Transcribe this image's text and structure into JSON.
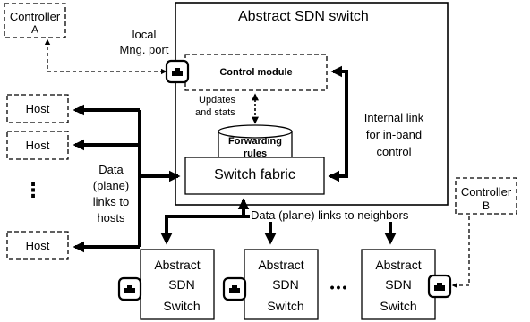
{
  "main_switch": {
    "title": "Abstract SDN switch",
    "control_module": "Control module",
    "updates_line1": "Updates",
    "updates_line2": "and stats",
    "forwarding_line1": "Forwarding",
    "forwarding_line2": "rules",
    "switch_fabric": "Switch fabric",
    "internal_link_line1": "Internal link",
    "internal_link_line2": "for in-band",
    "internal_link_line3": "control"
  },
  "controller_a": {
    "line1": "Controller",
    "line2": "A"
  },
  "controller_b": {
    "line1": "Controller",
    "line2": "B"
  },
  "mgmt_port": {
    "line1": "local",
    "line2": "Mng. port"
  },
  "hosts": [
    "Host",
    "Host",
    "Host"
  ],
  "host_ellipsis": "⋮",
  "data_links_hosts": [
    "Data",
    "(plane)",
    "links to",
    "hosts"
  ],
  "data_links_neighbors": "Data (plane) links to neighbors",
  "neighbor_switch": {
    "line1": "Abstract",
    "line2": "SDN",
    "line3": "Switch"
  },
  "neighbor_ellipsis": "•••",
  "colors": {
    "stroke": "#000000",
    "background": "#ffffff"
  }
}
